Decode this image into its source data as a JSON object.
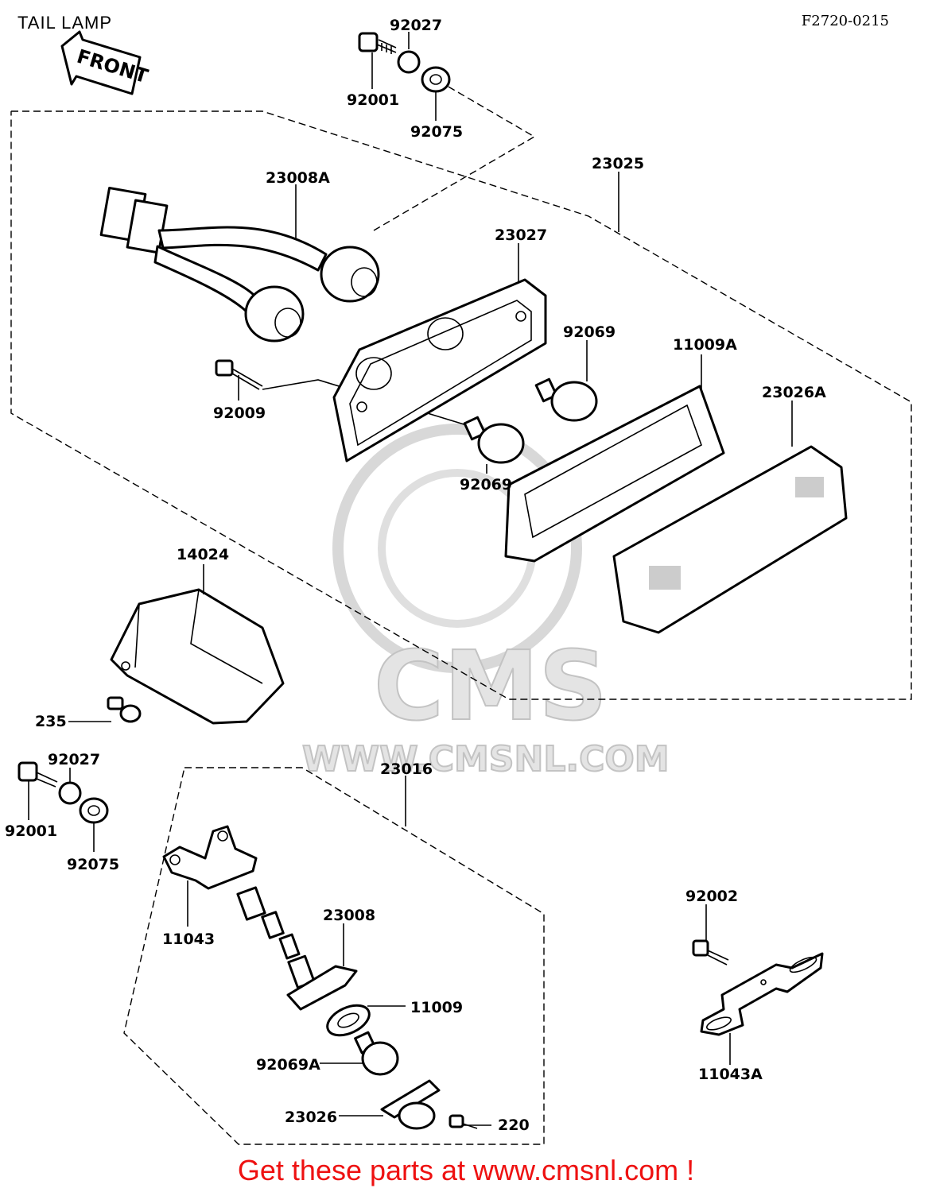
{
  "title": "TAIL LAMP",
  "diagram_code": "F2720-0215",
  "direction_arrow": "FRONT",
  "watermark": {
    "brand": "CMS",
    "url": "WWW.CMSNL.COM"
  },
  "part_labels": {
    "p92027a": "92027",
    "p92001a": "92001",
    "p92075a": "92075",
    "p23008a": "23008A",
    "p23025": "23025",
    "p23027": "23027",
    "p92069a1": "92069",
    "p11009a": "11009A",
    "p92009": "92009",
    "p23026a": "23026A",
    "p92069a2": "92069",
    "p14024": "14024",
    "p235": "235",
    "p92027b": "92027",
    "p23016": "23016",
    "p92001b": "92001",
    "p92075b": "92075",
    "p11043": "11043",
    "p23008": "23008",
    "p11009": "11009",
    "p92069A": "92069A",
    "p23026": "23026",
    "p220": "220",
    "p92002": "92002",
    "p11043A": "11043A"
  },
  "footer": "Get these parts at www.cmsnl.com !"
}
